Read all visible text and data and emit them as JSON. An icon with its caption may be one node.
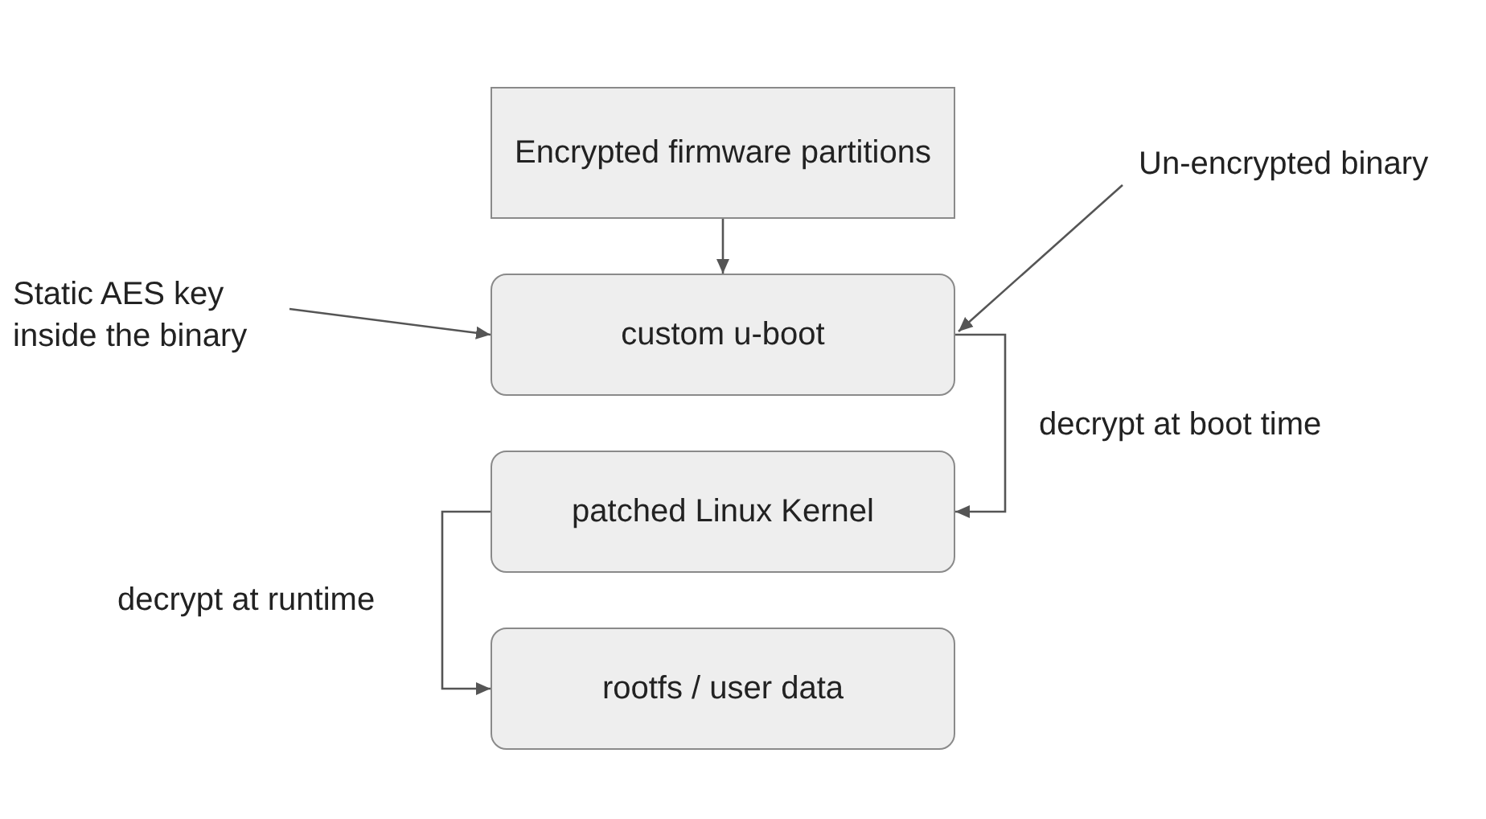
{
  "diagram": {
    "nodes": [
      {
        "text": [
          "Encrypted firmware partitions"
        ]
      },
      {
        "text": [
          "custom u-boot"
        ]
      },
      {
        "text": [
          "patched Linux Kernel"
        ]
      },
      {
        "text": [
          "rootfs / user data"
        ]
      },
      {
        "text": [
          "Static AES key inside the binary"
        ]
      },
      {
        "text": [
          "Un-encrypted binary"
        ]
      }
    ],
    "edges": [
      {
        "from": 0,
        "to": 1,
        "arrow": "to"
      },
      {
        "from": 4,
        "to": 1,
        "arrow": "to"
      },
      {
        "from": 5,
        "to": 1,
        "arrow": "to"
      },
      {
        "from": 1,
        "to": 2,
        "arrow": "to",
        "label": "decrypt at boot time"
      },
      {
        "from": 2,
        "to": 3,
        "arrow": "to",
        "label": "decrypt at runtime"
      }
    ]
  }
}
